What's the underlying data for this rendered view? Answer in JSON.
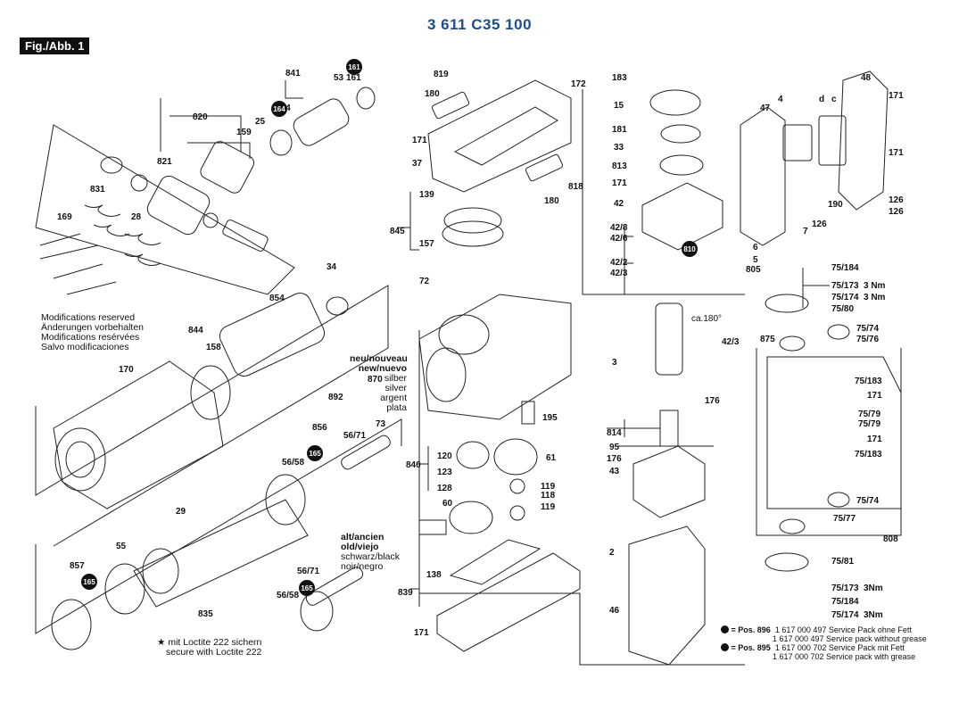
{
  "header": {
    "title": "3 611 C35 100",
    "figure_label": "Fig./Abb. 1"
  },
  "notes": {
    "modifications": [
      "Modifications reserved",
      "Änderungen vorbehalten",
      "Modifications resérvées",
      "Salvo modificaciones"
    ],
    "new_version": [
      "neu/nouveau",
      "new/nuevo",
      "silber",
      "silver",
      "argent",
      "plata"
    ],
    "old_version": [
      "alt/ancien",
      "old/viejo",
      "schwarz/black",
      "noir/negro"
    ],
    "loctite": [
      "★ mit Loctite 222 sichern",
      "secure with Loctite 222"
    ],
    "service_pack_ref_896": "= Pos. 896",
    "service_pack_896": [
      "1 617 000 497 Service Pack ohne Fett",
      "1 617 000 497 Service pack without grease"
    ],
    "service_pack_ref_895": "= Pos. 895",
    "service_pack_895": [
      "1 617 000 702 Service Pack mit Fett",
      "1 617 000 702 Service pack with grease"
    ],
    "rotation": "ca.180°"
  },
  "labels": {
    "p161": "161",
    "p841": "841",
    "p53": "53",
    "p820": "820",
    "p25": "25",
    "p164": "164",
    "p159": "159",
    "p821": "821",
    "p831": "831",
    "p169": "169",
    "p28": "28",
    "p34": "34",
    "p854": "854",
    "p844": "844",
    "p158": "158",
    "p170": "170",
    "p892": "892",
    "p870": "870",
    "p856": "856",
    "p5671a": "56/71",
    "p73": "73",
    "p5658a": "56/58",
    "p165a": "165",
    "p29": "29",
    "p55": "55",
    "p857": "857",
    "p165b": "165",
    "p835": "835",
    "p5671b": "56/71",
    "p5658b": "56/58",
    "p165c": "165",
    "p819": "819",
    "p180a": "180",
    "p172": "172",
    "p171a": "171",
    "p37": "37",
    "p818": "818",
    "p180b": "180",
    "p139": "139",
    "p845": "845",
    "p157": "157",
    "p72": "72",
    "p195": "195",
    "p840": "840",
    "p120": "120",
    "p61": "61",
    "p123": "123",
    "p128": "128",
    "p119a": "119",
    "p118": "118",
    "p119b": "119",
    "p60": "60",
    "p138": "138",
    "p839": "839",
    "p171b": "171",
    "p183": "183",
    "p15": "15",
    "p181": "181",
    "p33": "33",
    "p813": "813",
    "p171c": "171",
    "p42": "42",
    "p428": "42/8",
    "p426": "42/6",
    "p422": "42/2",
    "p423a": "42/3",
    "p810": "810",
    "p3": "3",
    "p423b": "42/3",
    "p176a": "176",
    "p814": "814",
    "p95": "95",
    "p176b": "176",
    "p43": "43",
    "p2": "2",
    "p46": "46",
    "p48": "48",
    "p171d": "171",
    "p171e": "171",
    "p47": "47",
    "p4": "4",
    "pd": "d",
    "pc": "c",
    "p190": "190",
    "p126a": "126",
    "p126b": "126",
    "p6": "6",
    "p7": "7",
    "p5": "5",
    "p805": "805",
    "p75184a": "75/184",
    "p75173a": "75/173",
    "p3nma": "3 Nm",
    "p75174a": "75/174",
    "p3nmb": "3 Nm",
    "p7580": "75/80",
    "p875": "875",
    "p7574a": "75/74",
    "p7576": "75/76",
    "p75183a": "75/183",
    "p171f": "171",
    "p7579a": "75/79",
    "p7579b": "75/79",
    "p171g": "171",
    "p75183b": "75/183",
    "p7574b": "75/74",
    "p7577": "75/77",
    "p808": "808",
    "p7581": "75/81",
    "p75173b": "75/173",
    "p3nmc": "3Nm",
    "p75184b": "75/184",
    "p75174b": "75/174",
    "p3nmd": "3Nm"
  },
  "colors": {
    "title": "#1a4f8b",
    "ink": "#111111",
    "paper": "#ffffff"
  }
}
